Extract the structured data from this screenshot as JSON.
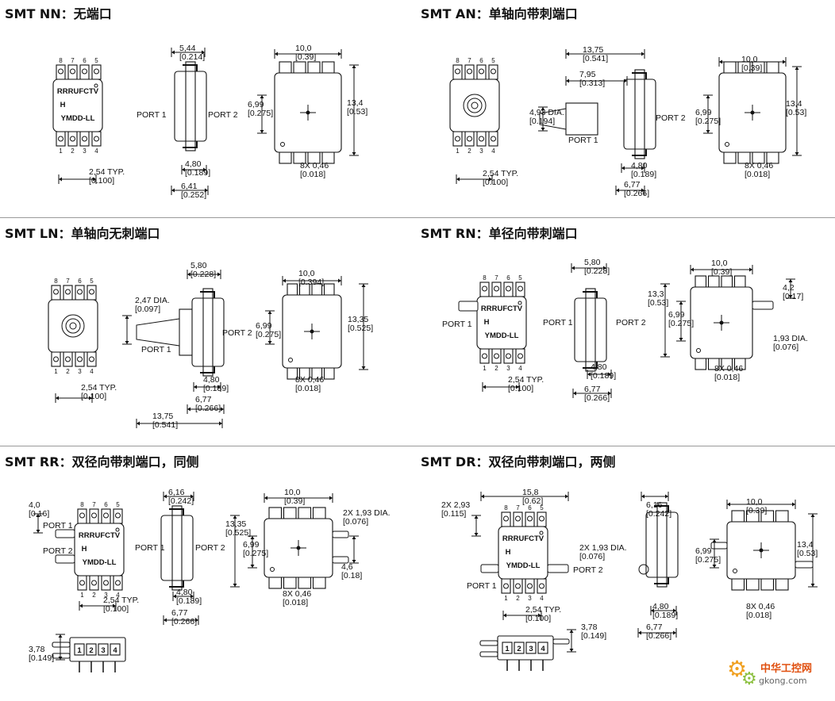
{
  "sections": {
    "nn": {
      "title": "SMT NN：无端口"
    },
    "an": {
      "title": "SMT AN：单轴向带刺端口"
    },
    "ln": {
      "title": "SMT LN：单轴向无刺端口"
    },
    "rn": {
      "title": "SMT RN：单径向带刺端口"
    },
    "rr": {
      "title": "SMT RR：双径向带刺端口，同侧"
    },
    "dr": {
      "title": "SMT DR：双径向带刺端口，两侧"
    }
  },
  "marking": {
    "line1": "RRRUFCTV",
    "line2": "H",
    "line3": "YMDD-LL"
  },
  "pins_top": [
    "8",
    "7",
    "6",
    "5"
  ],
  "pins_bottom": [
    "1",
    "2",
    "3",
    "4"
  ],
  "ports": {
    "p1": "PORT 1",
    "p2": "PORT 2"
  },
  "dims": {
    "typ254": [
      "2,54 TYP.",
      "[0.100]"
    ],
    "w544": [
      "5,44",
      "[0.214]"
    ],
    "w480": [
      "4,80",
      "[0.189]"
    ],
    "w641": [
      "6,41",
      "[0.252]"
    ],
    "w100": [
      "10,0",
      "[0.39]"
    ],
    "w100b": [
      "10,0",
      "[0.394]"
    ],
    "h699": [
      "6,99",
      "[0.275]"
    ],
    "h134": [
      "13,4",
      "[0.53]"
    ],
    "h1335": [
      "13,35",
      "[0.525]"
    ],
    "h133": [
      "13,3",
      "[0.53]"
    ],
    "pins8x": [
      "8X 0,46",
      "[0.018]"
    ],
    "l1375": [
      "13,75",
      "[0.541]"
    ],
    "l795": [
      "7,95",
      "[0.313]"
    ],
    "d493": [
      "4,93 DIA.",
      "[0.194]"
    ],
    "w677": [
      "6,77",
      "[0.266]"
    ],
    "w580": [
      "5,80",
      "[0.228]"
    ],
    "d247": [
      "2,47 DIA.",
      "[0.097]"
    ],
    "h42": [
      "4,2",
      "[0.17]"
    ],
    "d193": [
      "1,93 DIA.",
      "[0.076]"
    ],
    "h40": [
      "4,0",
      "[0.16]"
    ],
    "w616": [
      "6,16",
      "[0.242]"
    ],
    "d193x2": [
      "2X 1,93 DIA.",
      "[0.076]"
    ],
    "h46": [
      "4,6",
      "[0.18]"
    ],
    "h378": [
      "3,78",
      "[0.149]"
    ],
    "l158": [
      "15,8",
      "[0.62]"
    ],
    "d293x2": [
      "2X 2,93",
      "[0.115]"
    ]
  },
  "side_pins": [
    "1",
    "2",
    "3",
    "4"
  ],
  "watermark": {
    "cn": "中华工控网",
    "url": "gkong.com"
  }
}
